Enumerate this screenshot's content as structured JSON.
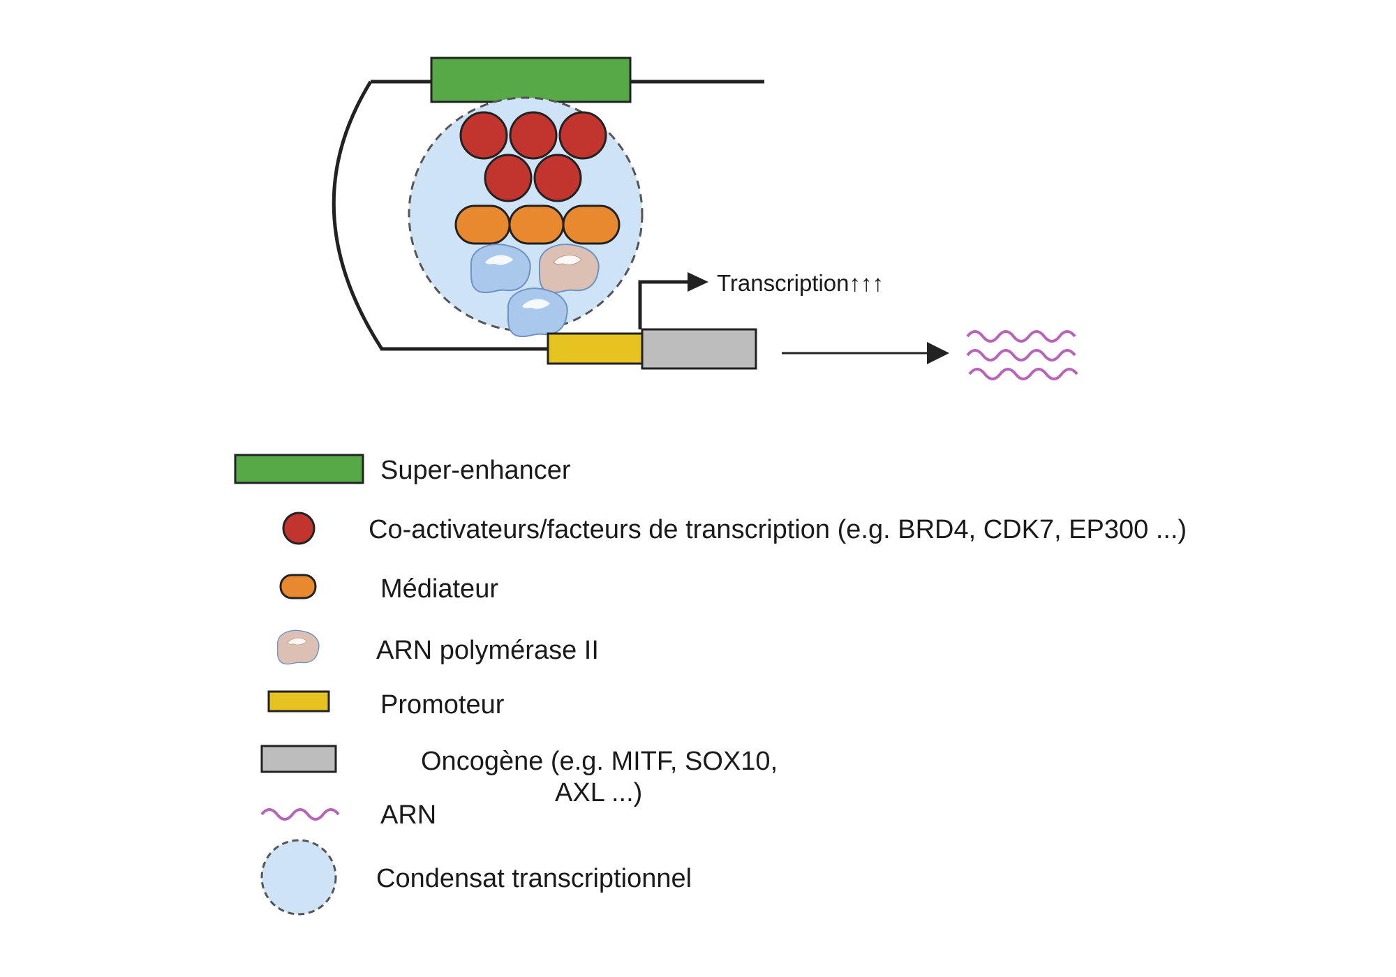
{
  "diagram": {
    "transcription_label": "Transcription↑↑↑"
  },
  "legend": {
    "super_enhancer": "Super-enhancer",
    "coactivators": "Co-activateurs/facteurs de transcription (e.g. BRD4, CDK7, EP300 ...)",
    "mediator": "Médiateur",
    "polymerase": "ARN polymérase II",
    "promoter": "Promoteur",
    "oncogene_line1": "Oncogène (e.g. MITF, SOX10,",
    "oncogene_line2": "AXL ...)",
    "rna": "ARN",
    "condensate": "Condensat transcriptionnel"
  },
  "colors": {
    "super_enhancer": "#57a846",
    "coactivator": "#c2352f",
    "mediator": "#e8892f",
    "polymerase_blue": "#a9c8ec",
    "polymerase_pink": "#dcc0b4",
    "promoter": "#e6c320",
    "oncogene": "#bdbdbd",
    "rna": "#b864b8",
    "condensate": "#cfe3f6"
  },
  "icons": {
    "polymerase": "rna-polymerase-icon",
    "rna": "rna-wave-icon",
    "arrow": "arrow-right-icon"
  }
}
